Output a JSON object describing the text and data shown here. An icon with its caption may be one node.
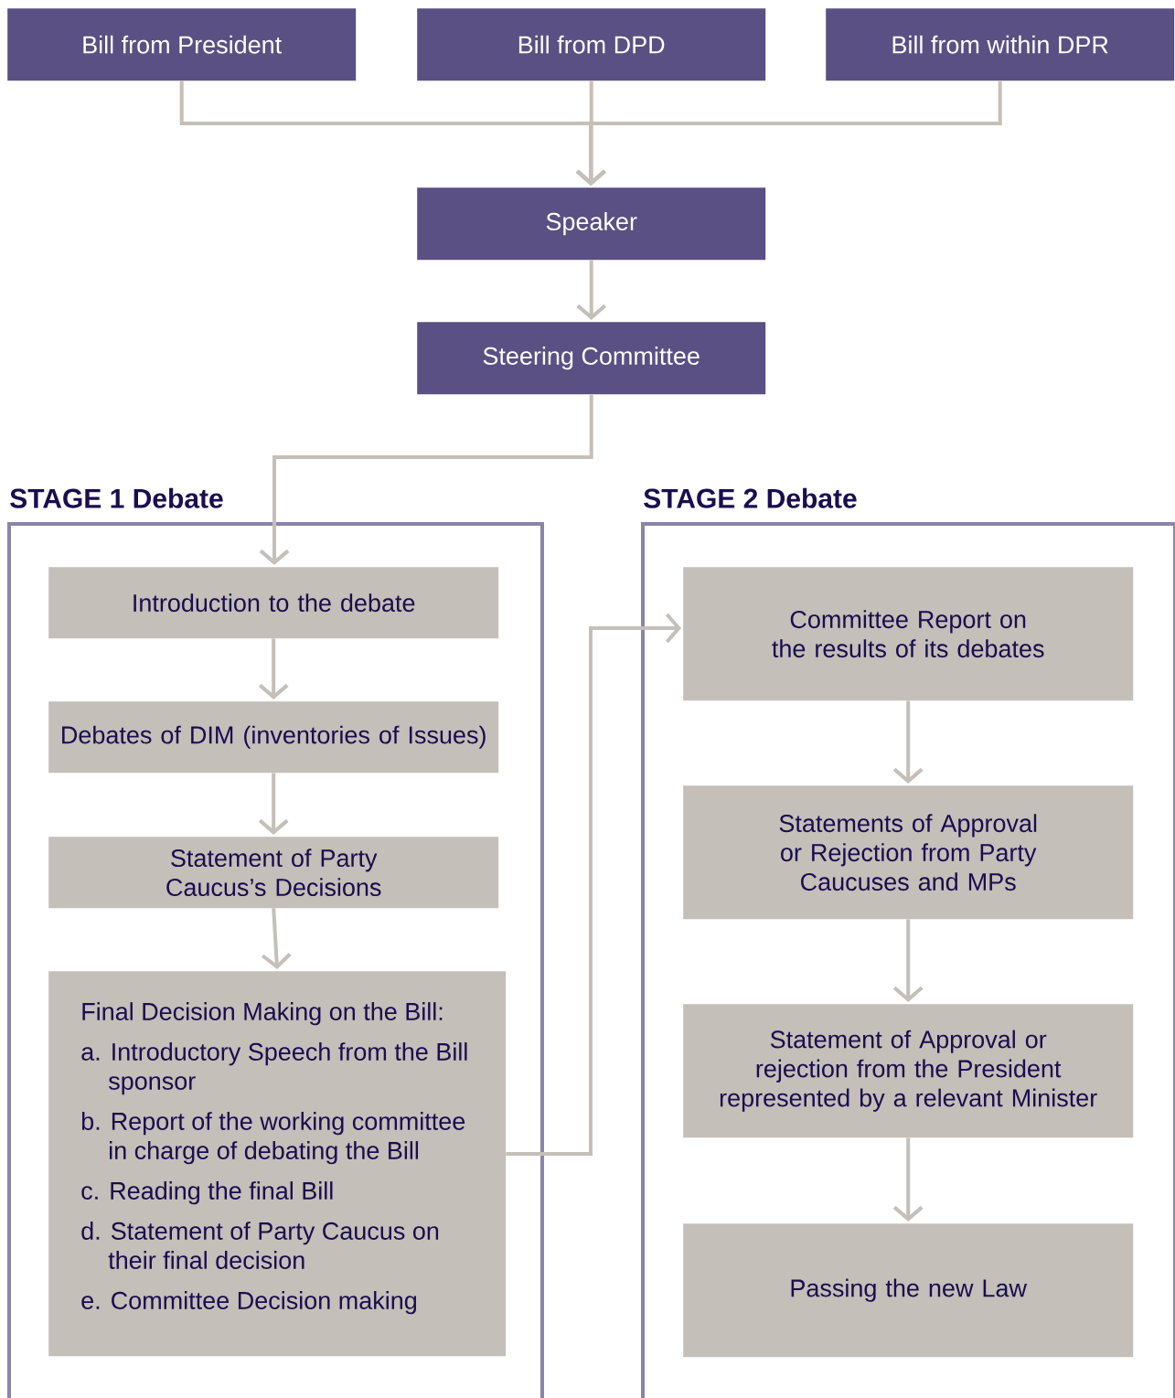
{
  "diagram": {
    "nodes": [
      {
        "text": [
          "Bill from President"
        ]
      },
      {
        "text": [
          "Bill from DPD"
        ]
      },
      {
        "text": [
          "Bill from within DPR"
        ]
      },
      {
        "text": [
          "Speaker"
        ]
      },
      {
        "text": [
          "Steering Committee"
        ]
      },
      {
        "text": [
          "STAGE 1 Debate"
        ]
      },
      {
        "text": [
          "Introduction to the debate"
        ],
        "in": 5
      },
      {
        "text": [
          "Debates of DIM (inventories of Issues)"
        ],
        "in": 5
      },
      {
        "text": [
          "Statement of Party Caucus’s Decisions"
        ],
        "in": 5
      },
      {
        "text": [
          "Final Decision Making on the Bill:",
          "a. Introductory Speech from the Bill sponsor",
          "b. Report of the working committee in charge of debating the Bill",
          "c. Reading the final Bill",
          "d. Statement of Party Caucus on their final decision",
          "e. Committee Decision making"
        ],
        "in": 5
      },
      {
        "text": [
          "STAGE 2 Debate"
        ]
      },
      {
        "text": [
          "Committee Report on the results of its debates"
        ],
        "in": 10
      },
      {
        "text": [
          "Statements of Approval or Rejection from Party Caucuses and MPs"
        ],
        "in": 10
      },
      {
        "text": [
          "Statement of Approval or rejection from the President represented by a relevant Minister"
        ],
        "in": 10
      },
      {
        "text": [
          "Passing the new Law"
        ],
        "in": 10
      }
    ],
    "edges": [
      {
        "from": 0,
        "to": 3,
        "arrow": "to"
      },
      {
        "from": 1,
        "to": 3,
        "arrow": "to"
      },
      {
        "from": 2,
        "to": 3,
        "arrow": "to"
      },
      {
        "from": 3,
        "to": 4,
        "arrow": "to"
      },
      {
        "from": 4,
        "to": 6,
        "arrow": "to"
      },
      {
        "from": 6,
        "to": 7,
        "arrow": "to"
      },
      {
        "from": 7,
        "to": 8,
        "arrow": "to"
      },
      {
        "from": 8,
        "to": 9,
        "arrow": "to"
      },
      {
        "from": 9,
        "to": 11,
        "arrow": "to"
      },
      {
        "from": 11,
        "to": 12,
        "arrow": "to"
      },
      {
        "from": 12,
        "to": 13,
        "arrow": "to"
      },
      {
        "from": 13,
        "to": 14,
        "arrow": "to"
      }
    ]
  }
}
